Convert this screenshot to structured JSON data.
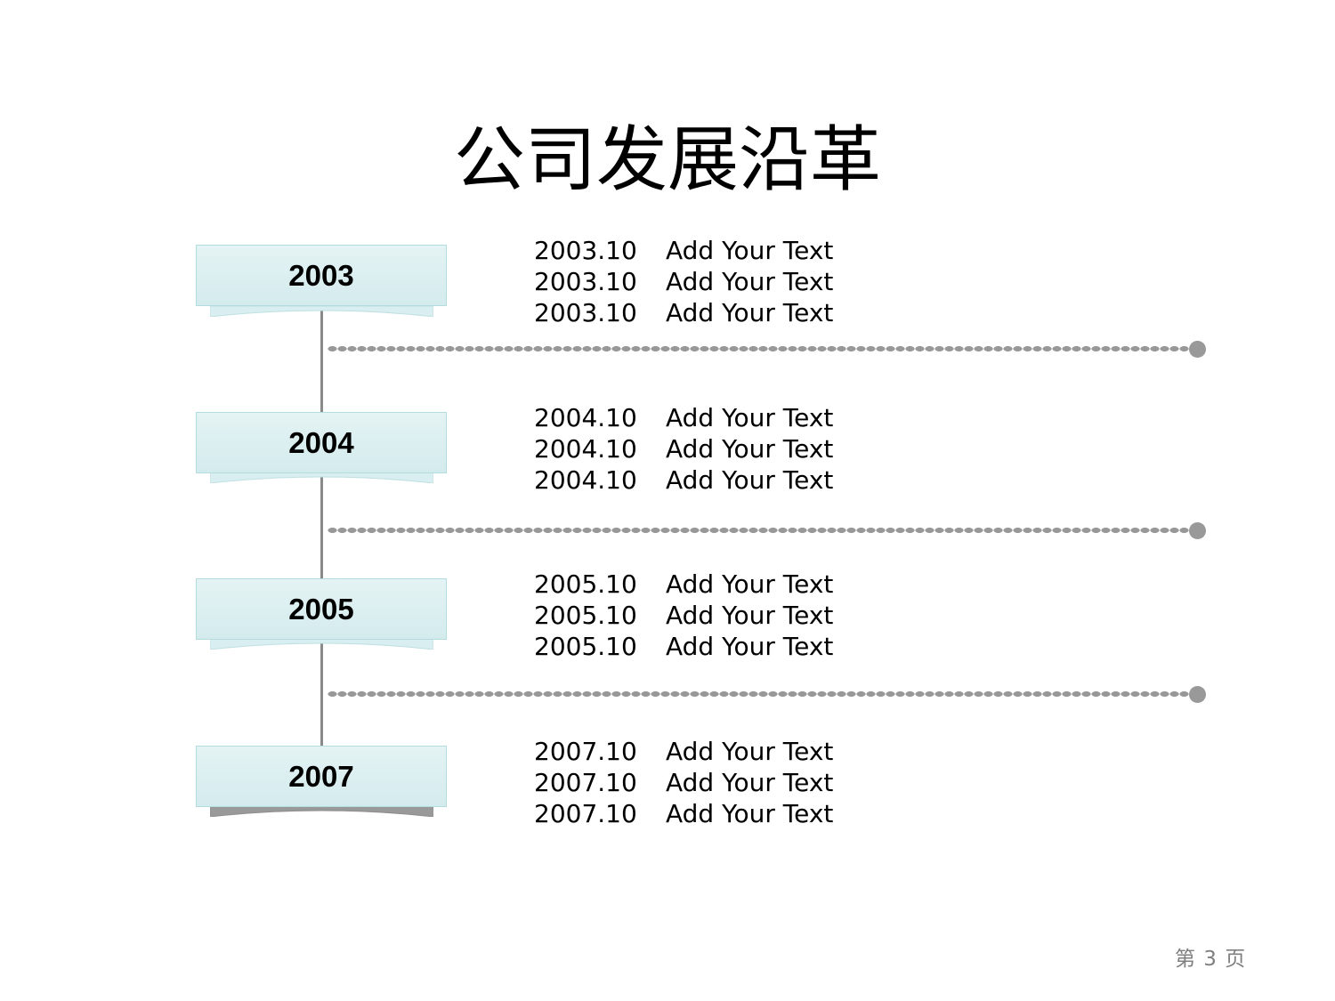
{
  "title": "公司发展沿革",
  "timeline": [
    {
      "year": "2003",
      "entries": [
        {
          "date": "2003.10",
          "text": "Add Your Text"
        },
        {
          "date": "2003.10",
          "text": "Add Your Text"
        },
        {
          "date": "2003.10",
          "text": "Add Your Text"
        }
      ]
    },
    {
      "year": "2004",
      "entries": [
        {
          "date": "2004.10",
          "text": "Add Your Text"
        },
        {
          "date": "2004.10",
          "text": "Add Your Text"
        },
        {
          "date": "2004.10",
          "text": "Add Your Text"
        }
      ]
    },
    {
      "year": "2005",
      "entries": [
        {
          "date": "2005.10",
          "text": "Add Your Text"
        },
        {
          "date": "2005.10",
          "text": "Add Your Text"
        },
        {
          "date": "2005.10",
          "text": "Add Your Text"
        }
      ]
    },
    {
      "year": "2007",
      "entries": [
        {
          "date": "2007.10",
          "text": "Add Your Text"
        },
        {
          "date": "2007.10",
          "text": "Add Your Text"
        },
        {
          "date": "2007.10",
          "text": "Add Your Text"
        }
      ]
    }
  ],
  "footer": {
    "page_label": "第 3 页"
  },
  "colors": {
    "box_fill_top": "#e4f3f4",
    "box_fill_bottom": "#d4ebed",
    "box_border": "#b3dcdf",
    "line_gray": "#999999",
    "footer_gray": "#808080"
  }
}
